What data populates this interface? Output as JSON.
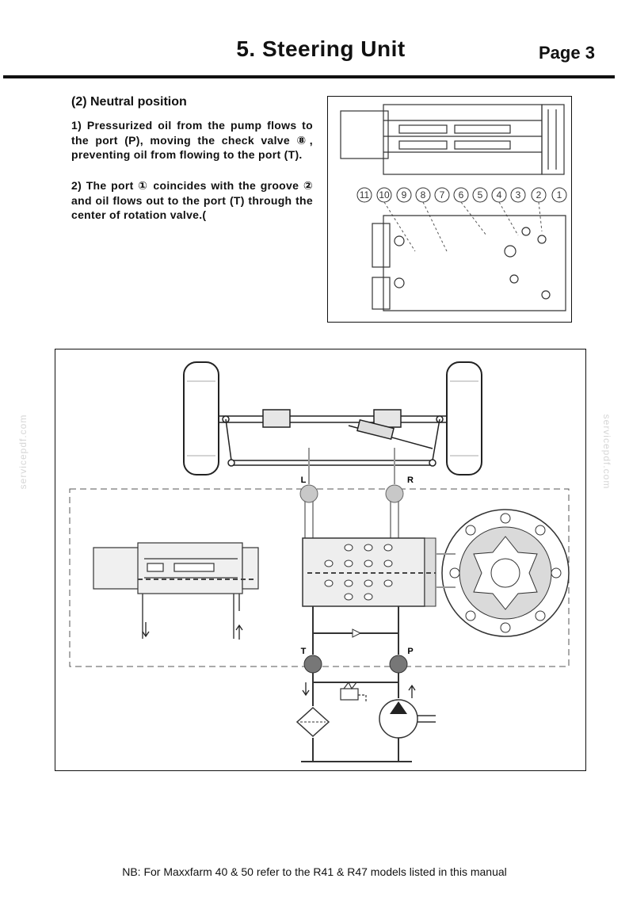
{
  "header": {
    "title": "5.  Steering Unit",
    "page": "Page 3"
  },
  "section": {
    "heading": "(2) Neutral position",
    "paragraphs": [
      "1) Pressurized oil from the pump flows to the port (P), moving the check valve ⑧, preventing oil from flowing to the port (T).",
      "2) The port ① coincides with the groove ② and oil flows out to the port (T) through the center of rotation valve.("
    ]
  },
  "top_figure": {
    "numbers": [
      "11",
      "10",
      "9",
      "8",
      "7",
      "6",
      "5",
      "4",
      "3",
      "2",
      "1"
    ]
  },
  "main_figure": {
    "labels": {
      "left_port": "L",
      "right_port": "R",
      "tank_port": "T",
      "pump_port": "P"
    }
  },
  "watermark": {
    "text": "servicepdf.com"
  },
  "footer": {
    "note": "NB: For Maxxfarm 40 & 50 refer to the R41 & R47 models listed in this manual"
  }
}
